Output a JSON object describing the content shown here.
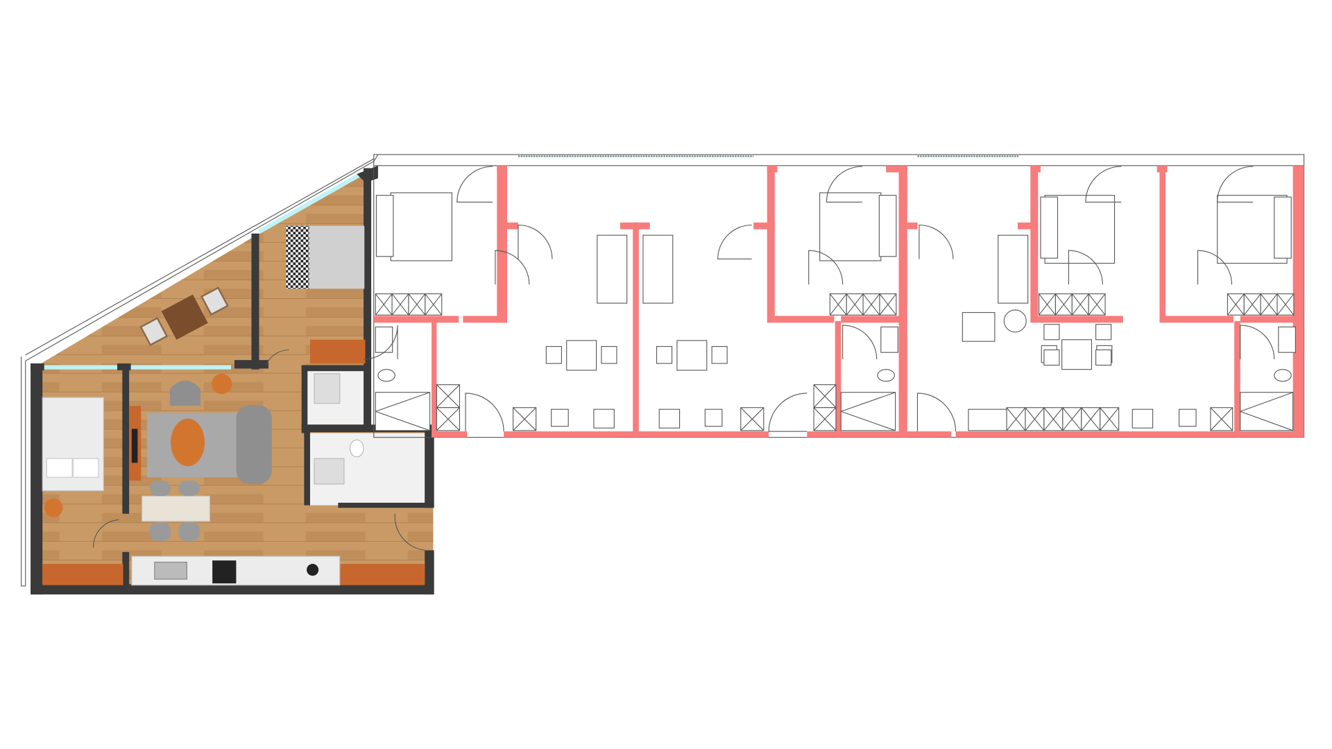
{
  "plan": {
    "colors": {
      "background": "#ffffff",
      "wall_dark": "#3a3a3a",
      "wall_red": "#f77c7c",
      "wood_floor": "#c99a66",
      "wood_accent": "#c8672d",
      "tile": "#f1f1f1",
      "rug": "#a9a9a9",
      "window_glass": "#bff3f5",
      "line": "#555555"
    },
    "furnished_unit_count": 1,
    "line_drawing_units": [
      "bedroom",
      "living-room",
      "bedroom",
      "living-room",
      "bedroom",
      "bedroom"
    ]
  }
}
